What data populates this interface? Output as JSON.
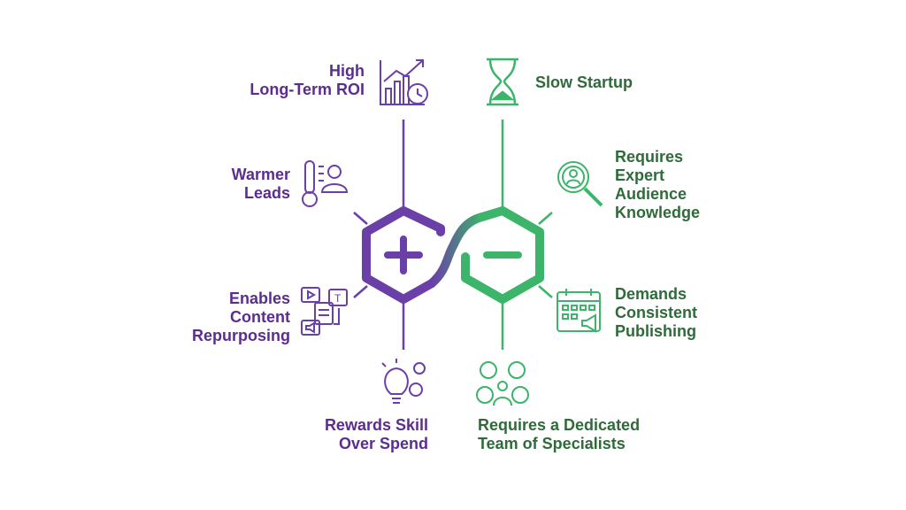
{
  "colors": {
    "pro": "#6b3fa8",
    "con": "#3cb46a",
    "pro_text": "#5b2d8e",
    "con_text": "#2f6b3a"
  },
  "center": {
    "plus_icon": "plus-icon",
    "minus_icon": "minus-icon"
  },
  "pros": [
    {
      "lines": [
        "High",
        "Long-Term ROI"
      ],
      "icon": "growth-chart-clock-icon"
    },
    {
      "lines": [
        "Warmer",
        "Leads"
      ],
      "icon": "thermometer-person-icon"
    },
    {
      "lines": [
        "Enables",
        "Content",
        "Repurposing"
      ],
      "icon": "content-formats-icon"
    },
    {
      "lines": [
        "Rewards Skill",
        "Over Spend"
      ],
      "icon": "lightbulb-gears-icon"
    }
  ],
  "cons": [
    {
      "lines": [
        "Slow Startup"
      ],
      "icon": "hourglass-icon"
    },
    {
      "lines": [
        "Requires",
        "Expert",
        "Audience",
        "Knowledge"
      ],
      "icon": "magnifier-person-icon"
    },
    {
      "lines": [
        "Demands",
        "Consistent",
        "Publishing"
      ],
      "icon": "calendar-megaphone-icon"
    },
    {
      "lines": [
        "Requires a Dedicated",
        "Team of Specialists"
      ],
      "icon": "team-icon"
    }
  ]
}
